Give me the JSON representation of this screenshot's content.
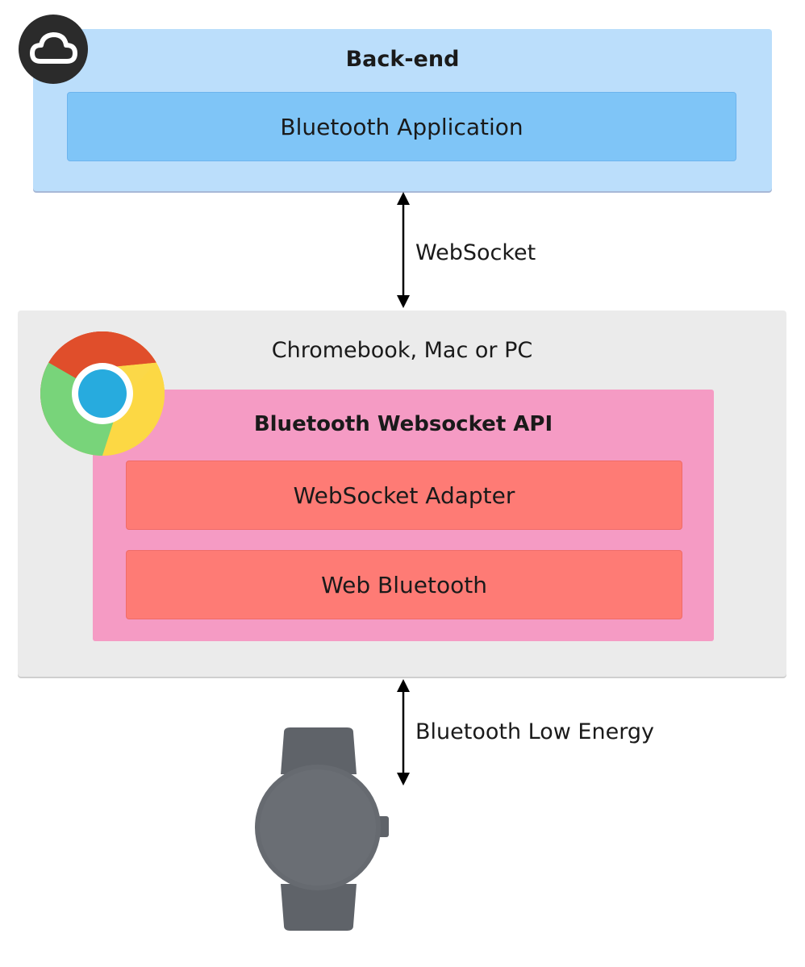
{
  "backend": {
    "title": "Back-end",
    "application": "Bluetooth Application"
  },
  "connections": {
    "top": "WebSocket",
    "bottom": "Bluetooth Low Energy"
  },
  "device": {
    "title": "Chromebook, Mac or PC",
    "api": {
      "title": "Bluetooth Websocket API",
      "items": [
        "WebSocket Adapter",
        "Web Bluetooth"
      ]
    }
  },
  "colors": {
    "backend_panel": "#bbdefb",
    "backend_app": "#7fc5f7",
    "device_panel": "#ebebeb",
    "api_panel": "#f59bc4",
    "api_item": "#fe7b75",
    "watch": "#666a70"
  },
  "icons": [
    "cloud-icon",
    "chrome-icon",
    "smartwatch-icon"
  ]
}
